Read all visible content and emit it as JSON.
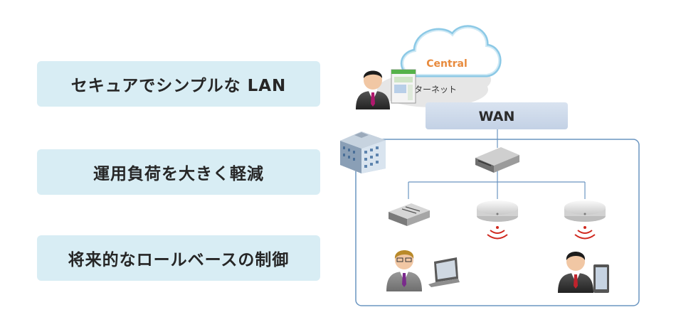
{
  "features": [
    {
      "label": "セキュアでシンプルな LAN"
    },
    {
      "label": "運用負荷を大きく軽減"
    },
    {
      "label": "将来的なロールベースの制御"
    }
  ],
  "network": {
    "cloud_label": "Central",
    "internet_label": "インターネット",
    "wan_label": "WAN"
  },
  "icons": [
    "remote-admin-icon",
    "browser-window-icon",
    "building-icon",
    "gateway-icon",
    "switch-icon",
    "access-point-icon",
    "wifi-signal-icon",
    "user-icon",
    "laptop-icon",
    "tablet-icon"
  ],
  "colors": {
    "feature_bg": "#d8edf4",
    "wan_bg": "#cdd9ea",
    "cloud_stroke": "#7ec3e3",
    "cloud_text": "#e88a3c",
    "lan_border": "#6a95c1",
    "wifi_red": "#d0281e"
  }
}
